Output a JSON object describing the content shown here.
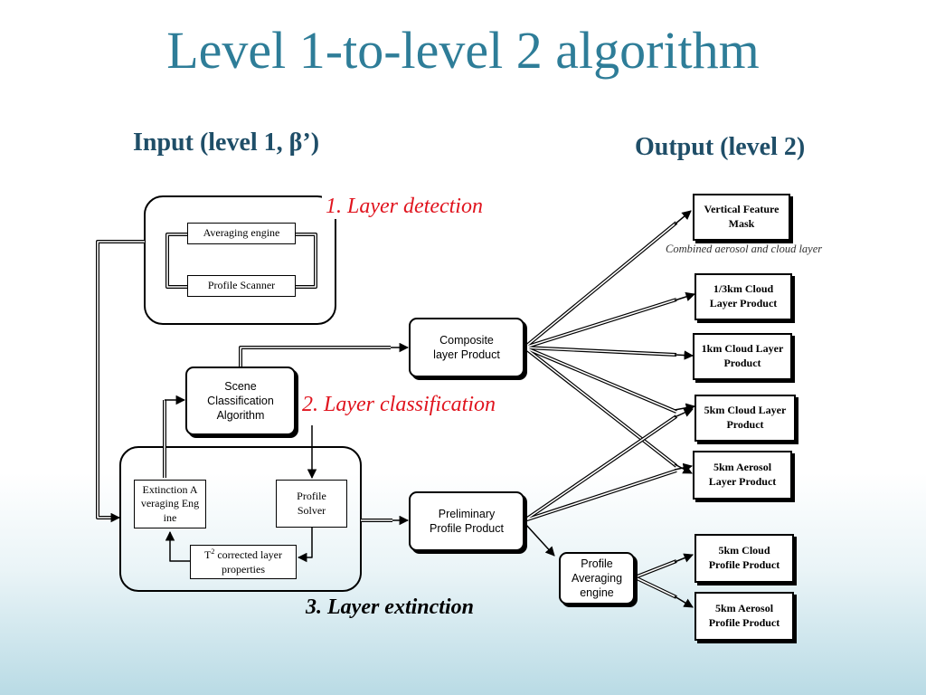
{
  "title": "Level 1-to-level 2 algorithm",
  "input_heading": "Input (level 1, β’)",
  "output_heading": "Output (level 2)",
  "stages": {
    "detection": "1. Layer detection",
    "classification": "2. Layer classification",
    "extinction": "3. Layer extinction"
  },
  "nodes": {
    "averaging_engine": "Averaging engine",
    "profile_scanner": "Profile Scanner",
    "composite_layer_product": "Composite layer Product",
    "scene_classification": "Scene Classification Algorithm",
    "extinction_averaging_engine": "Extinction Averaging Engine",
    "profile_solver": "Profile Solver",
    "t2_prefix": "T",
    "t2_exponent": "2",
    "t2_rest": " corrected layer properties",
    "preliminary_profile_product": "Preliminary Profile Product",
    "profile_averaging_engine": "Profile Averaging engine"
  },
  "outputs": {
    "vertical_feature_mask": "Vertical Feature Mask",
    "vfm_note": "Combined aerosol and cloud layer",
    "cloud_1_3km_layer": "1/3km Cloud Layer Product",
    "cloud_1km_layer": "1km Cloud Layer Product",
    "cloud_5km_layer": "5km Cloud Layer Product",
    "aerosol_5km_layer": "5km Aerosol Layer Product",
    "cloud_5km_profile": "5km Cloud Profile Product",
    "aerosol_5km_profile": "5km Aerosol Profile Product"
  }
}
